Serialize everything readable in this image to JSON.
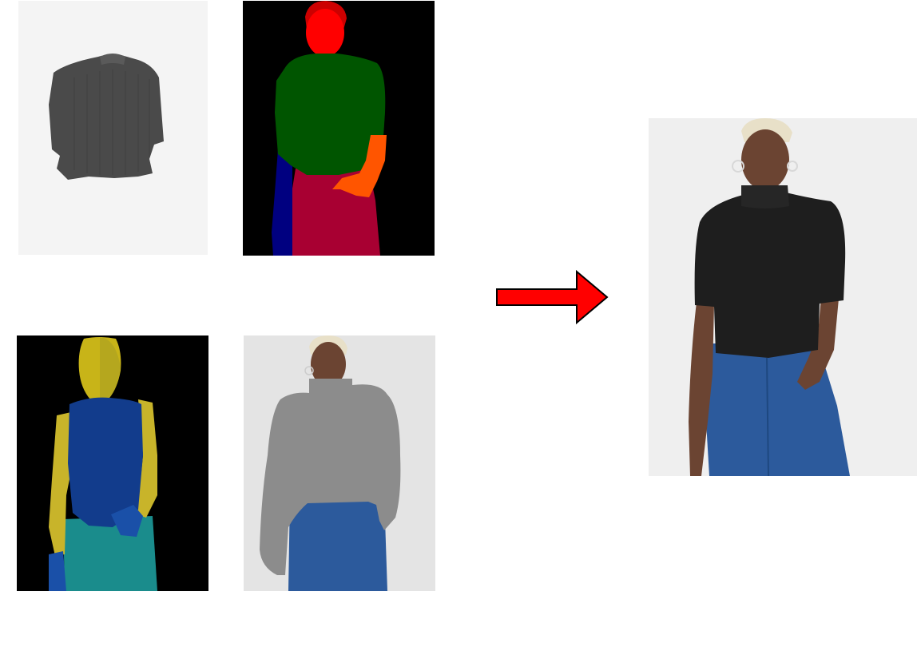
{
  "figure": {
    "panels": [
      {
        "id": "garment",
        "content": "in-shop-garment-image"
      },
      {
        "id": "parse",
        "content": "human-parsing-map"
      },
      {
        "id": "dense",
        "content": "densepose-map"
      },
      {
        "id": "agnostic",
        "content": "clothing-agnostic-person-image"
      },
      {
        "id": "result",
        "content": "try-on-result-image"
      }
    ],
    "arrow": {
      "direction": "right",
      "color": "#ff0000"
    }
  },
  "colors": {
    "background": "#ffffff",
    "garment_bg": "#f4f4f4",
    "garment": "#4a4a4a",
    "parse_bg": "#000000",
    "parse_face": "#ff0000",
    "parse_hair": "#cc0000",
    "parse_top": "#005500",
    "parse_pants": "#a80032",
    "parse_arm_right": "#ff5500",
    "parse_arm_left": "#000080",
    "dense_bg": "#000000",
    "dense_head": "#c8b418",
    "dense_torso": "#123c8c",
    "dense_arm": "#c8b42a",
    "dense_legs": "#1a8c8c",
    "agn_bg": "#e4e4e4",
    "agn_mask": "#8c8c8c",
    "skin": "#6b4432",
    "hair": "#e8e0c8",
    "jeans": "#2c5a9c",
    "result_bg": "#efefef",
    "sweater": "#1e1e1e"
  }
}
